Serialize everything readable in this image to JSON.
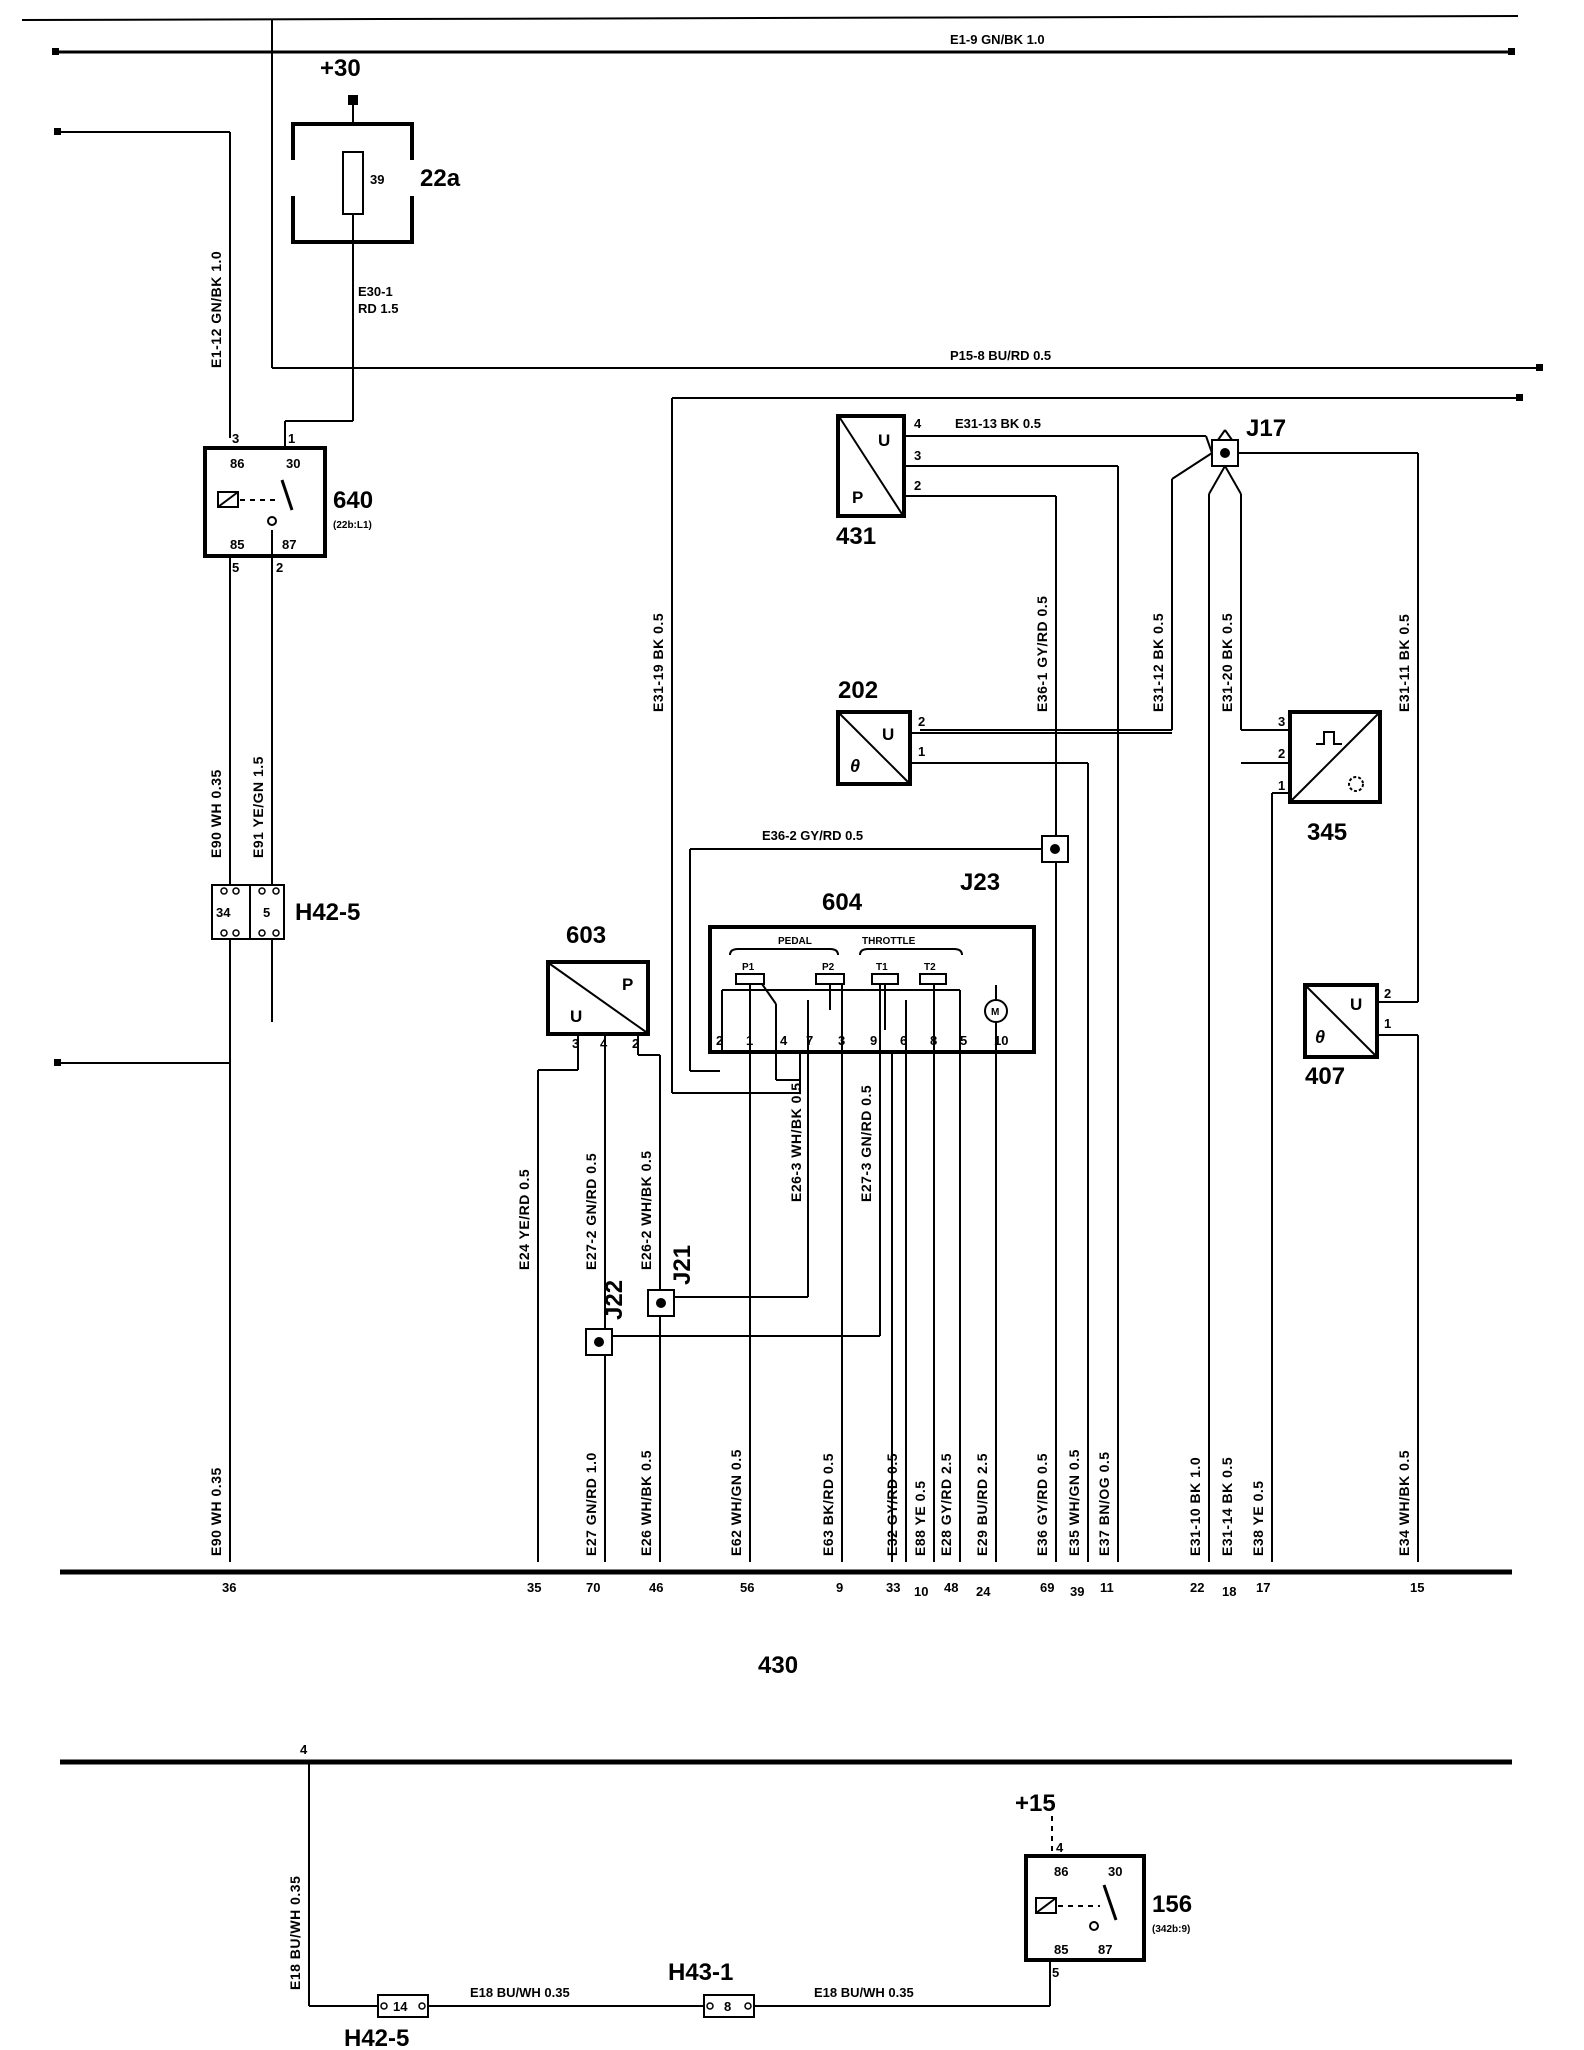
{
  "power": {
    "b30": "+30",
    "b15": "+15"
  },
  "fuse": {
    "id": "22a",
    "no": "39"
  },
  "wires": {
    "e1_9": "E1-9     GN/BK     1.0",
    "e1_12": "E1-12   GN/BK   1.0",
    "e30_1": "E30-1",
    "rd15": "RD  1.5",
    "p15_8": "P15-8      BU/RD     0.5",
    "e31_13": "E31-13       BK   0.5",
    "e31_19": "E31-19     BK   0.5",
    "e36_1": "E36-1     GY/RD   0.5",
    "e31_12": "E31-12       BK   0.5",
    "e31_20": "E31-20       BK   0.5",
    "e31_11": "E31-11       BK   0.5",
    "e36_2": "E36-2     GY/RD     0.5",
    "e90_top": "E90   WH 0.35",
    "e91": "E91   YE/GN  1.5",
    "e24": "E24   YE/RD   0.5",
    "e27_2": "E27-2   GN/RD  0.5",
    "e26_2": "E26-2   WH/BK  0.5",
    "e26_3": "E26-3      WH/BK   0.5",
    "e27_3": "E27-3      GN/RD   0.5",
    "e18_v": "E18   BU/WH   0.35",
    "e18_h1": "E18    BU/WH    0.35",
    "e18_h2": "E18    BU/WH    0.35"
  },
  "bottom_wires": [
    "E90   WH  0.35",
    "E27   GN/RD   1.0",
    "E26   WH/BK   0.5",
    "E62   WH/GN  0.5",
    "E63   BK/RD   0.5",
    "E32   GY/RD   0.5",
    "E88   YE  0.5",
    "E28   GY/RD   2.5",
    "E29   BU/RD   2.5",
    "E36   GY/RD   0.5",
    "E35   WH/GN  0.5",
    "E37   BN/OG   0.5",
    "E31-10   BK   1.0",
    "E31-14   BK   0.5",
    "E38   YE   0.5",
    "E34   WH/BK   0.5"
  ],
  "bus_pins": [
    "36",
    "35",
    "70",
    "46",
    "56",
    "9",
    "33",
    "10",
    "48",
    "24",
    "69",
    "39",
    "11",
    "22",
    "18",
    "17",
    "15"
  ],
  "ecu": {
    "id": "430"
  },
  "relay640": {
    "id": "640",
    "ref": "(22b:L1)",
    "t86": "86",
    "t30": "30",
    "t85": "85",
    "t87": "87",
    "p3": "3",
    "p1": "1",
    "p5": "5",
    "p2": "2"
  },
  "relay156": {
    "id": "156",
    "ref": "(342b:9)",
    "t86": "86",
    "t30": "30",
    "t85": "85",
    "t87": "87",
    "p4": "4",
    "p5": "5"
  },
  "c431": {
    "id": "431",
    "u": "U",
    "p": "P",
    "p4": "4",
    "p3": "3",
    "p2": "2"
  },
  "c202": {
    "id": "202",
    "u": "U",
    "t": "θ",
    "p2": "2",
    "p1": "1"
  },
  "c345": {
    "id": "345",
    "p3": "3",
    "p2": "2",
    "p1": "1"
  },
  "c407": {
    "id": "407",
    "u": "U",
    "t": "θ",
    "p2": "2",
    "p1": "1"
  },
  "c603": {
    "id": "603",
    "u": "U",
    "p": "P",
    "p3": "3",
    "p4": "4",
    "p2": "2"
  },
  "c604": {
    "id": "604",
    "pedal": "PEDAL",
    "throttle": "THROTTLE",
    "p1": "P1",
    "p2": "P2",
    "t1": "T1",
    "t2": "T2",
    "m": "M",
    "pins": [
      "2",
      "1",
      "4",
      "7",
      "3",
      "9",
      "6",
      "8",
      "5",
      "10"
    ]
  },
  "splices": {
    "j17": "J17",
    "j23": "J23",
    "j21": "J21",
    "j22": "J22"
  },
  "connectors": {
    "h42_5": "H42-5",
    "h42_5_a": "34",
    "h42_5_b": "5",
    "h42_5_low": "H42-5",
    "h42_5_low_pin": "14",
    "h43_1": "H43-1",
    "h43_1_pin": "8"
  },
  "bus2": {
    "pin": "4"
  }
}
